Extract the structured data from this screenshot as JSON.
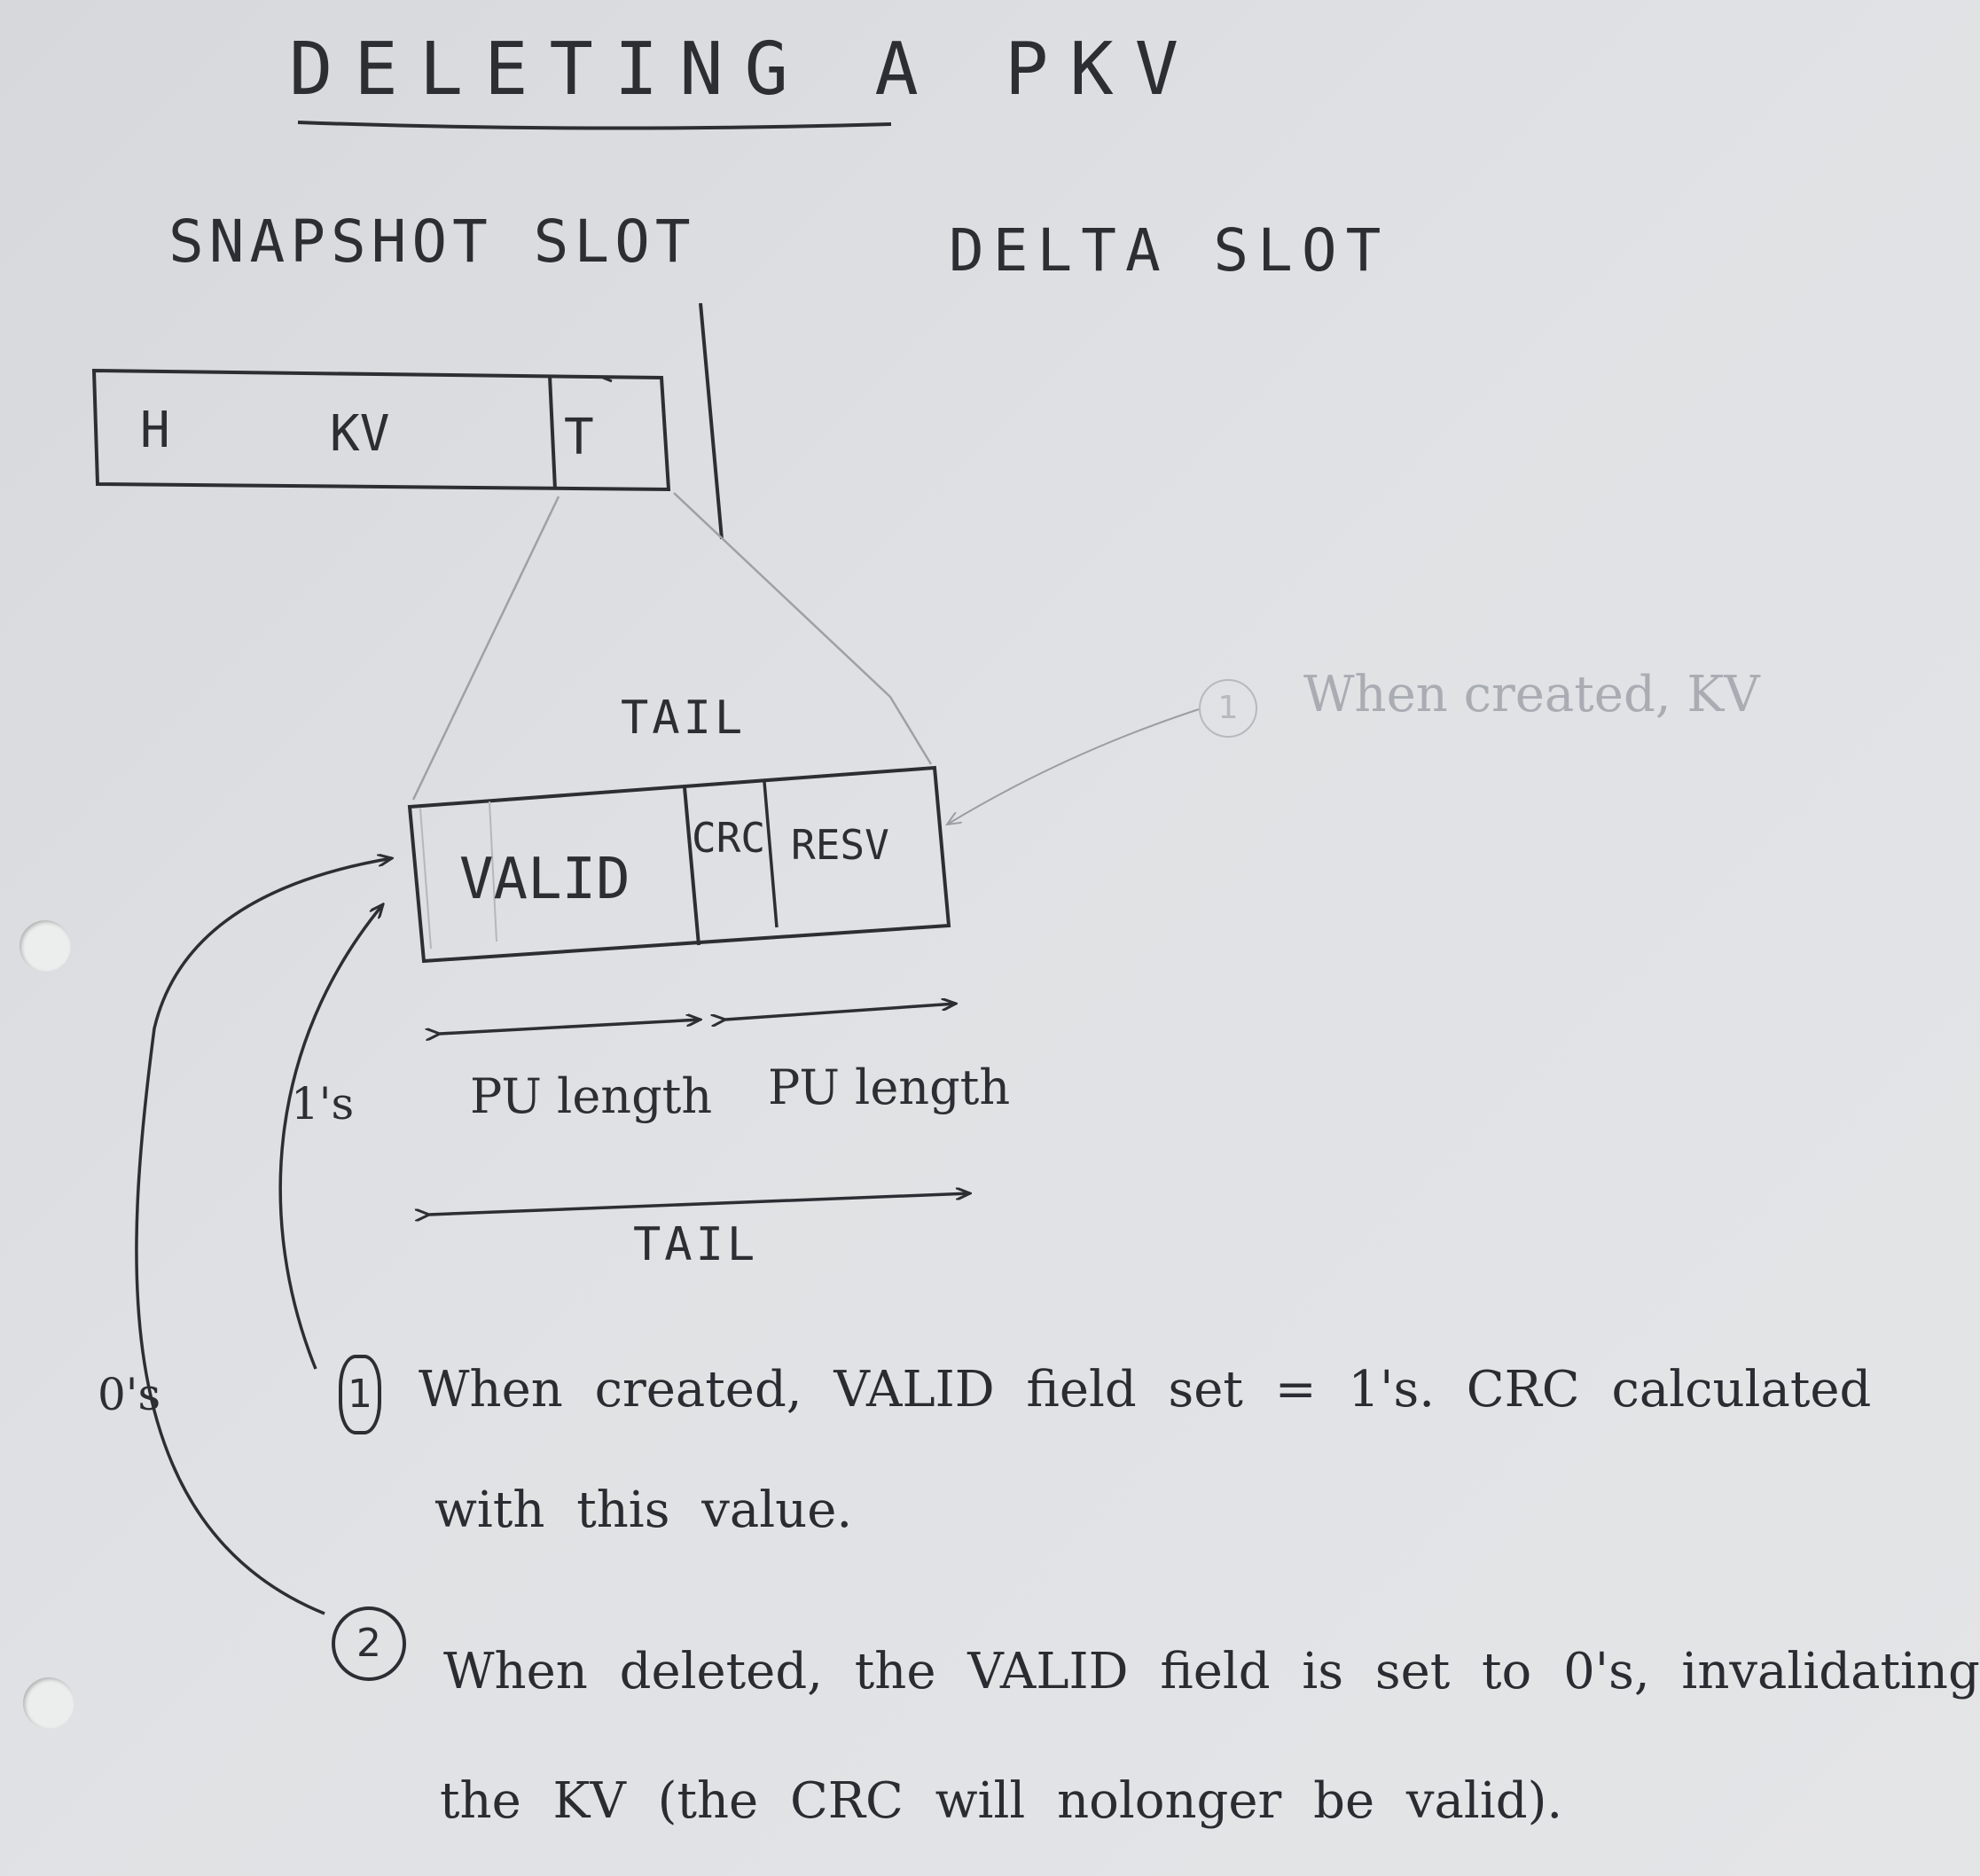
{
  "title": "DELETING A PKV",
  "sections": {
    "snapshot": "SNAPSHOT SLOT",
    "delta": "DELTA SLOT"
  },
  "record": {
    "header": "H",
    "kv": "KV",
    "tail": "T"
  },
  "tail_zoom": {
    "title": "TAIL",
    "fields": {
      "valid": "VALID",
      "crc": "CRC",
      "resv": "RESV"
    },
    "pu_length_1": "PU length",
    "pu_length_2": "PU length",
    "span_label": "TAIL"
  },
  "arrow_labels": {
    "ones": "1's",
    "zeros": "0's"
  },
  "faint_note": {
    "number": "1",
    "text": "When created, KV"
  },
  "notes": [
    {
      "number": "1",
      "line1": "When created, VALID field set = 1's. CRC calculated",
      "line2": "with this value."
    },
    {
      "number": "2",
      "line1": "When deleted, the VALID field is set to 0's, invalidating",
      "line2": "the KV (the CRC will nolonger be valid)."
    }
  ]
}
